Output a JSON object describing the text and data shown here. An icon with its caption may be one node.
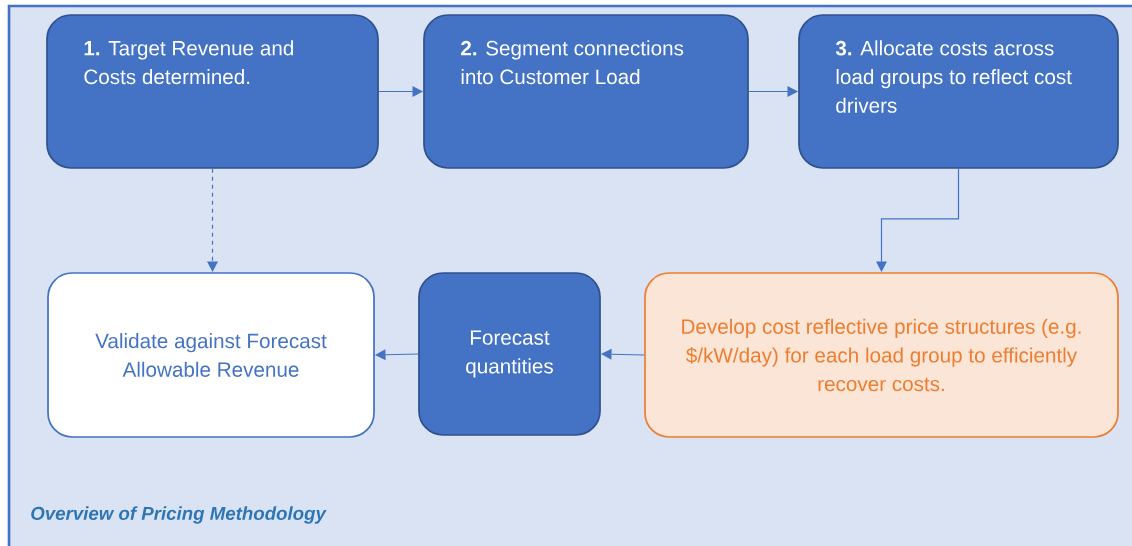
{
  "diagram": {
    "caption": "Overview of Pricing Methodology",
    "nodes": [
      {
        "text": [
          "**1.** Target Revenue and Costs determined."
        ]
      },
      {
        "text": [
          "**2.** Segment connections into Customer Load"
        ]
      },
      {
        "text": [
          "**3.** Allocate costs across load groups to reflect cost drivers"
        ]
      },
      {
        "text": [
          "Validate against Forecast Allowable Revenue"
        ]
      },
      {
        "text": [
          "Forecast quantities"
        ]
      },
      {
        "text": [
          "Develop cost reflective price structures (e.g. $/kW/day) for each load group to efficiently recover costs."
        ]
      }
    ],
    "edges": [
      {
        "from": 0,
        "to": 1,
        "arrow": "to"
      },
      {
        "from": 1,
        "to": 2,
        "arrow": "to"
      },
      {
        "from": 2,
        "to": 5,
        "arrow": "to"
      },
      {
        "from": 5,
        "to": 4,
        "arrow": "to"
      },
      {
        "from": 4,
        "to": 3,
        "arrow": "to"
      },
      {
        "from": 0,
        "to": 3,
        "arrow": "to",
        "style": "dashed"
      }
    ]
  }
}
